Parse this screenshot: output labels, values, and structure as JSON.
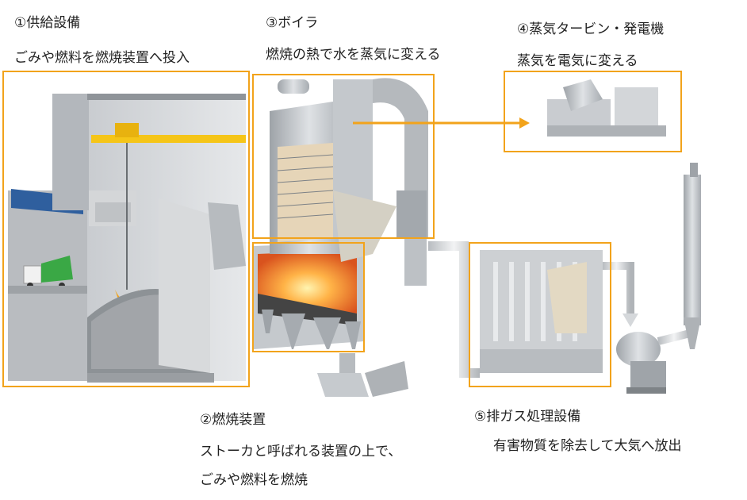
{
  "sections": {
    "supply": {
      "title": "①供給設備",
      "desc": "ごみや燃料を燃焼装置へ投入"
    },
    "combustion": {
      "title": "②燃焼装置",
      "desc_line1": "ストーカと呼ばれる装置の上で、",
      "desc_line2": "ごみや燃料を燃焼"
    },
    "boiler": {
      "title": "③ボイラ",
      "desc": "燃焼の熱で水を蒸気に変える"
    },
    "turbine": {
      "title": "④蒸気タービン・発電機",
      "desc": "蒸気を電気に変える"
    },
    "exhaust": {
      "title": "⑤排ガス処理設備",
      "desc": "有害物質を除去して大気へ放出"
    }
  },
  "colors": {
    "highlight_box": "#f2a31b",
    "arrow": "#f2a31b",
    "crane": "#f5c518",
    "flame": "#ff7a1a",
    "roof": "#2f5f9e",
    "truck": "#3aa845"
  }
}
